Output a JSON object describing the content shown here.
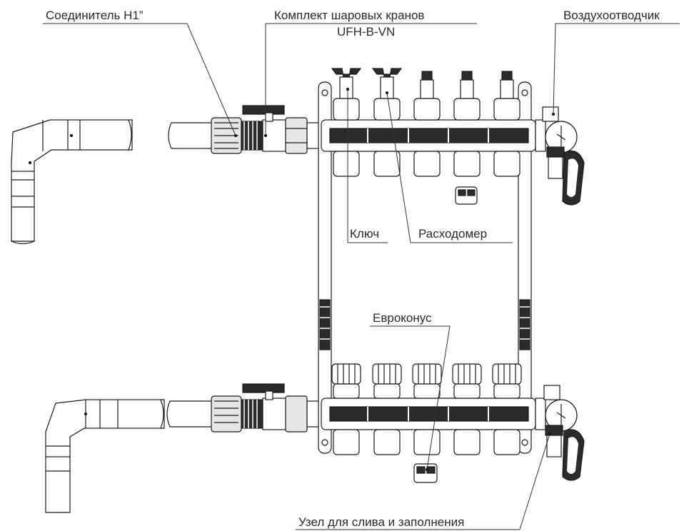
{
  "labels": {
    "connector": "Соединитель Н1”",
    "ball_valves_line1": "Комплект шаровых кранов",
    "ball_valves_line2": "UFH-B-VN",
    "air_vent": "Воздухоотводчик",
    "key": "Ключ",
    "flowmeter": "Расходомер",
    "eurocone": "Евроконус",
    "drain_fill": "Узел для слива и заполнения"
  },
  "manifold": {
    "outlets_per_bar": 5
  }
}
